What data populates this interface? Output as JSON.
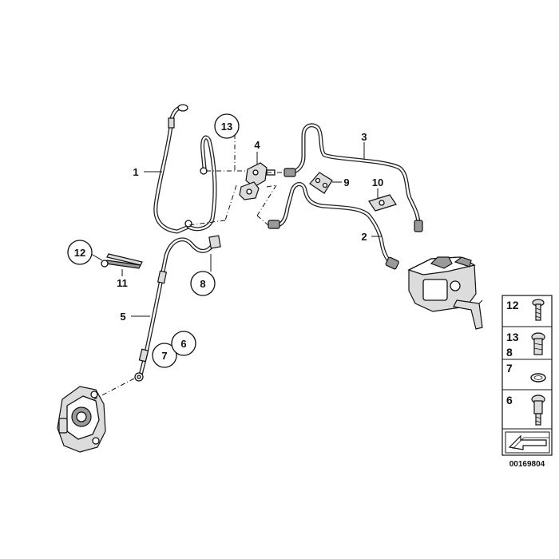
{
  "callouts": {
    "c1": "1",
    "c2": "2",
    "c3": "3",
    "c4": "4",
    "c5": "5",
    "c6": "6",
    "c7": "7",
    "c8": "8",
    "c9": "9",
    "c10": "10",
    "c11": "11",
    "c12": "12",
    "c13": "13"
  },
  "legend": {
    "row1": "12",
    "row2a": "13",
    "row2b": "8",
    "row3": "7",
    "row4": "6"
  },
  "doc_number": "00169804"
}
